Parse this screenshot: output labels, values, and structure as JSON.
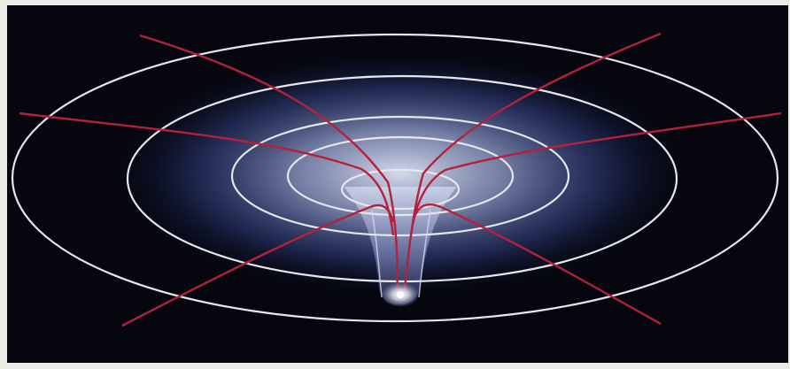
{
  "figure": {
    "subject": "curved-spacetime-well",
    "colors": {
      "page_background": "#ecebe6",
      "space_background": "#05060e",
      "well_glow_outer": "#3b4d9a",
      "well_glow_inner": "#c9d0ea",
      "ring_color": "#e6e6ee",
      "radial_line_color": "#b4213a",
      "point_mass_color": "#ffffff"
    },
    "ring_count": 5,
    "radial_line_count": 6
  }
}
